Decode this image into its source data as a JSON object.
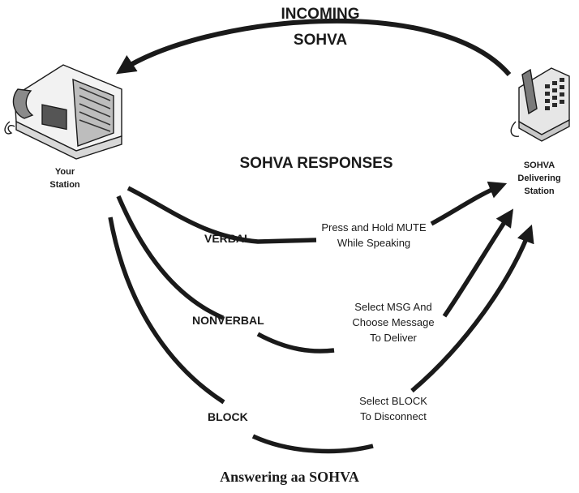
{
  "incoming": {
    "line1": "INCOMING",
    "line2": "SOHVA"
  },
  "responses_title": "SOHVA RESPONSES",
  "your_station": {
    "line1": "Your",
    "line2": "Station"
  },
  "delivering_station": {
    "line1": "SOHVA",
    "line2": "Delivering",
    "line3": "Station"
  },
  "responses": [
    {
      "label": "VERBAL",
      "desc1": "Press and Hold MUTE",
      "desc2": "While Speaking"
    },
    {
      "label": "NONVERBAL",
      "desc1": "Select MSG And",
      "desc2": "Choose Message",
      "desc3": "To Deliver"
    },
    {
      "label": "BLOCK",
      "desc1": "Select BLOCK",
      "desc2": "To Disconnect"
    }
  ],
  "caption": "Answering aa SOHVA"
}
